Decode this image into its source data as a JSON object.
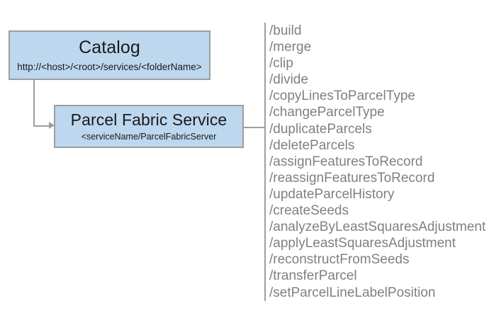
{
  "diagram": {
    "nodes": [
      {
        "id": "catalog",
        "title": "Catalog",
        "subtitle": "http://<host>/<root>/services/<folderName>"
      },
      {
        "id": "parcel-fabric-service",
        "title": "Parcel Fabric Service",
        "subtitle": "<serviceName/ParcelFabricServer"
      }
    ],
    "operations": [
      "/build",
      "/merge",
      "/clip",
      "/divide",
      "/copyLinesToParcelType",
      "/changeParcelType",
      "/duplicateParcels",
      "/deleteParcels",
      "/assignFeaturesToRecord",
      "/reassignFeaturesToRecord",
      "/updateParcelHistory",
      "/createSeeds",
      "/analyzeByLeastSquaresAdjustment",
      "/applyLeastSquaresAdjustment",
      "/reconstructFromSeeds",
      "/transferParcel",
      "/setParcelLineLabelPosition"
    ],
    "colors": {
      "node_fill": "#bdd7ee",
      "node_border": "#9e9e9e",
      "connector": "#9e9e9e",
      "operation_text": "#808080",
      "node_text": "#1a1a1a",
      "background": "#ffffff"
    }
  }
}
